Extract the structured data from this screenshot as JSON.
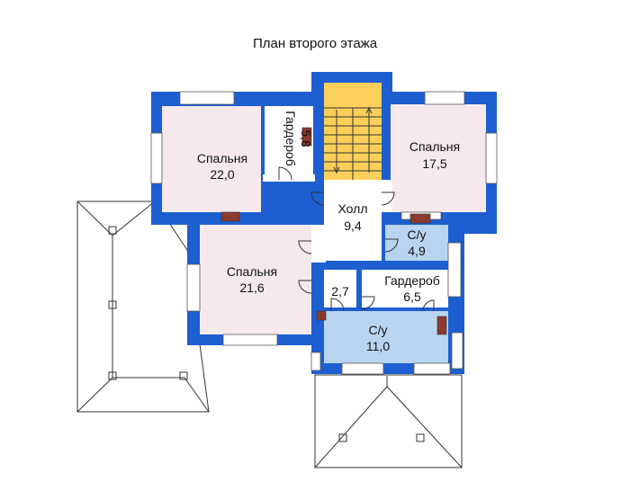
{
  "title": "План второго этажа",
  "colors": {
    "wall": "#1d5fd1",
    "bedroom": "#f5e9ee",
    "bath": "#b8d4f0",
    "stairs": "#fbd05a",
    "floor": "#ffffff",
    "roof_line": "#333333",
    "chimney": "#8b3a2e"
  },
  "rooms": [
    {
      "id": "bedroom-22",
      "name": "Спальня",
      "area": "22,0"
    },
    {
      "id": "wardrobe-5-8",
      "name": "Гардероб",
      "area": "5,8"
    },
    {
      "id": "bedroom-17-5",
      "name": "Спальня",
      "area": "17,5"
    },
    {
      "id": "hall",
      "name": "Холл",
      "area": "9,4"
    },
    {
      "id": "bath-4-9",
      "name": "С/у",
      "area": "4,9"
    },
    {
      "id": "bedroom-21-6",
      "name": "Спальня",
      "area": "21,6"
    },
    {
      "id": "closet-2-7",
      "name": "",
      "area": "2,7"
    },
    {
      "id": "wardrobe-6-5",
      "name": "Гардероб",
      "area": "6,5"
    },
    {
      "id": "bath-11",
      "name": "С/у",
      "area": "11,0"
    }
  ]
}
